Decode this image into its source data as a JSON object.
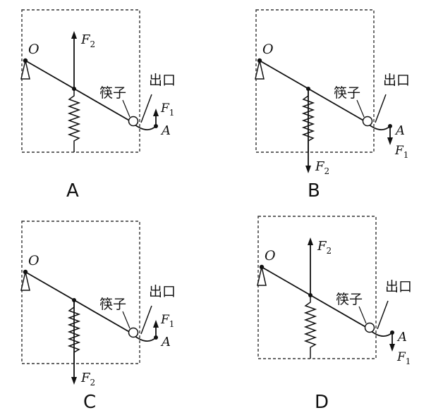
{
  "labels": {
    "pivot": "O",
    "point": "A",
    "force_letter": "F",
    "sub_1": "1",
    "sub_2": "2",
    "chopsticks": "筷子",
    "outlet": "出口"
  },
  "panels": [
    {
      "letter": "A",
      "f2": "up",
      "f1": "up"
    },
    {
      "letter": "B",
      "f2": "down",
      "f1": "down"
    },
    {
      "letter": "C",
      "f2": "down",
      "f1": "up"
    },
    {
      "letter": "D",
      "f2": "up",
      "f1": "down"
    }
  ]
}
